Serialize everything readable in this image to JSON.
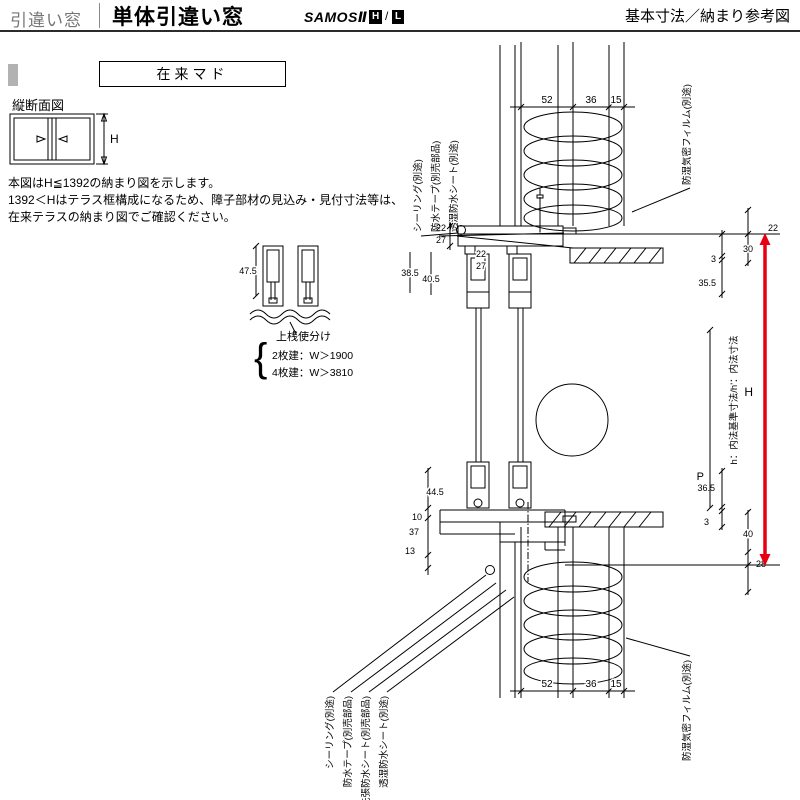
{
  "header": {
    "category": "引違い窓",
    "title": "単体引違い窓",
    "series": "SAMOSⅡ",
    "series_h": "H",
    "series_slash": "/",
    "series_l": "L",
    "right_title": "基本寸法／納まり参考図"
  },
  "left_panel": {
    "frame_type": "在来マド",
    "section_title": "縦断面図",
    "elevation_h": "H",
    "notes": [
      "本図はH≦1392の納まり図を示します。",
      "1392＜Hはテラス框構成になるため、障子部材の見込み・見付寸法等は、",
      "在来テラスの納まり図でご確認ください。"
    ],
    "detail": {
      "dim": "47.5",
      "title": "上桟使分け",
      "brace": "{",
      "rows": [
        "2枚建：W＞1900",
        "4枚建：W＞3810"
      ]
    }
  },
  "drawing": {
    "top_dims": [
      "52",
      "36",
      "15"
    ],
    "bottom_dims": [
      "52",
      "36",
      "15"
    ],
    "head_dims": {
      "out1": "22",
      "out2": "27",
      "in1": "22",
      "in2": "27",
      "sash1": "38.5",
      "sash2": "40.5"
    },
    "right_top_dims": {
      "d22": "22",
      "d30": "30",
      "d3": "3",
      "d355": "35.5"
    },
    "right_bottom_dims": {
      "d365": "36.5",
      "d3": "3",
      "d40": "40",
      "d28": "28"
    },
    "sill_dims": {
      "d445": "44.5",
      "d10": "10",
      "d37": "37",
      "d13": "13"
    },
    "h_label": "H",
    "p_label": "P",
    "inner_note": "h：内法基準寸法/h'：内法寸法",
    "callouts_top": [
      "シーリング(別途)",
      "防水テープ(別売部品)",
      "透湿防水シート(別途)",
      "防湿気密フィルム(別途)"
    ],
    "callouts_bottom": [
      "シーリング(別途)",
      "防水テープ(別売部品)",
      "先張防水シート(別売部品)",
      "透湿防水シート(別途)",
      "防湿気密フィルム(別途)"
    ]
  },
  "colors": {
    "red": "#e60012"
  }
}
